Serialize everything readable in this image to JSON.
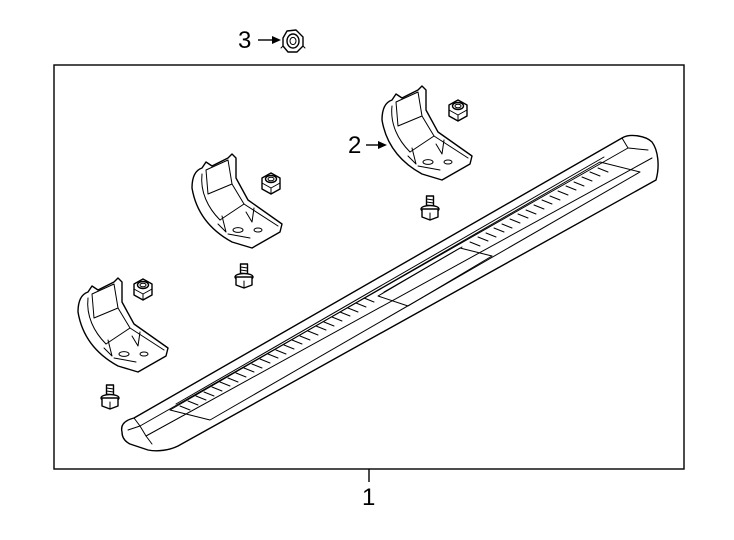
{
  "callouts": {
    "c1": "1",
    "c2": "2",
    "c3": "3"
  },
  "colors": {
    "line": "#000000",
    "background": "#ffffff"
  }
}
